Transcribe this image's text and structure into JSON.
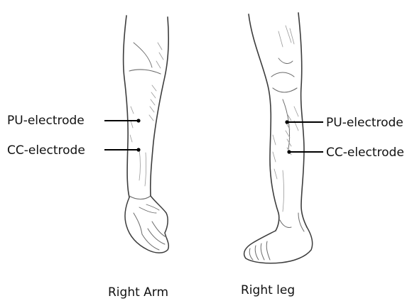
{
  "arm": {
    "caption": "Right Arm",
    "labels": {
      "pu": "PU-electrode",
      "cc": "CC-electrode"
    }
  },
  "leg": {
    "caption": "Right leg",
    "labels": {
      "pu": "PU-electrode",
      "cc": "CC-electrode"
    }
  }
}
